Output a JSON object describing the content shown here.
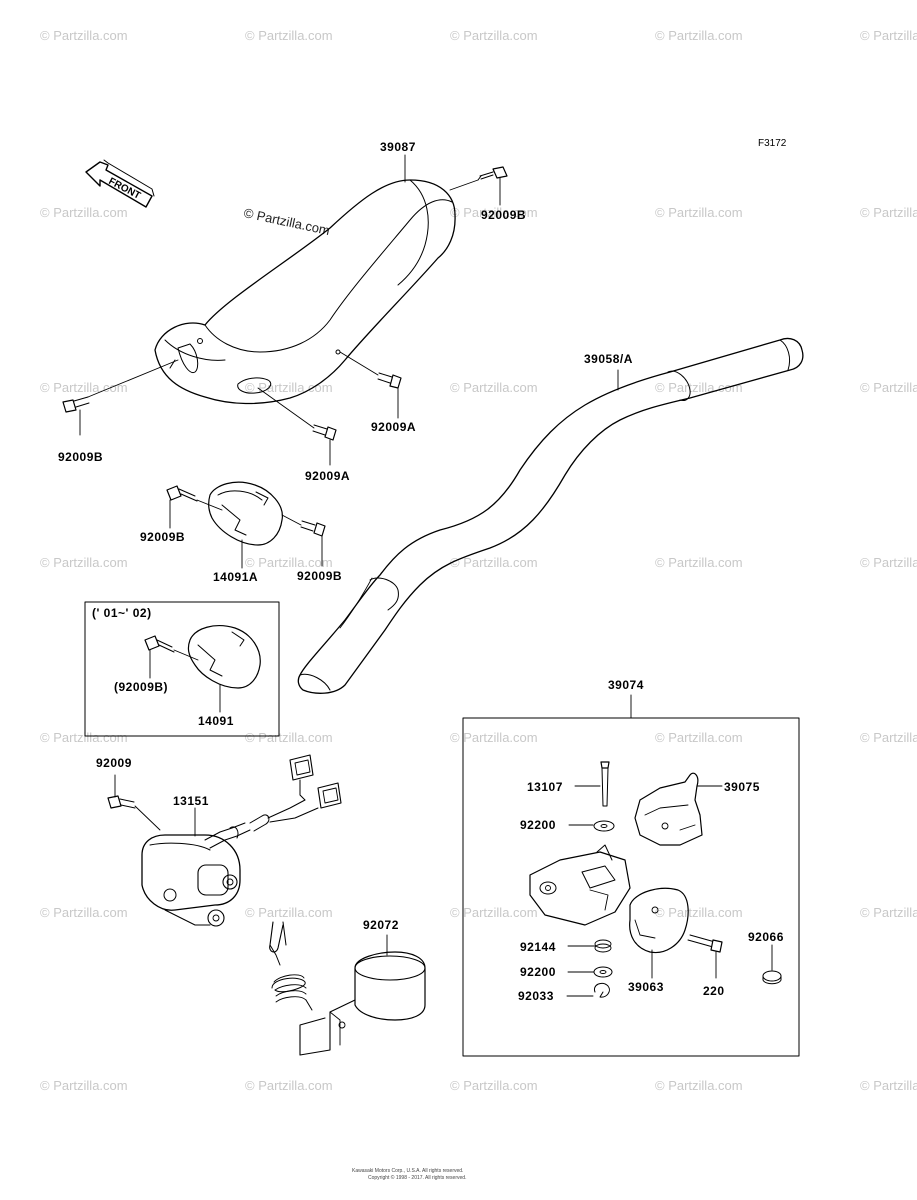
{
  "figure_id": "F3172",
  "front_label": "FRONT",
  "watermark": "© Partzilla.com",
  "watermark_featured": "© Partzilla.com",
  "copyright_line1": "Kawasaki Motors Corp., U.S.A. All rights reserved.",
  "copyright_line2": "Copyright © 1998 - 2017. All rights reserved.",
  "parts": {
    "p39087": "39087",
    "p92009B_top": "92009B",
    "p92009B_left": "92009B",
    "p92009A_mid": "92009A",
    "p92009A_low": "92009A",
    "p39058A": "39058/A",
    "p92009B_c1": "92009B",
    "p14091A": "14091A",
    "p92009B_c2": "92009B",
    "year_range": "(' 01~' 02)",
    "p92009B_paren": "(92009B)",
    "p14091": "14091",
    "p92009": "92009",
    "p13151": "13151",
    "p39074": "39074",
    "p13107": "13107",
    "p39075": "39075",
    "p92200_a": "92200",
    "p92072": "92072",
    "p92144": "92144",
    "p92066": "92066",
    "p92200_b": "92200",
    "p39063": "39063",
    "p220": "220",
    "p92033": "92033"
  }
}
